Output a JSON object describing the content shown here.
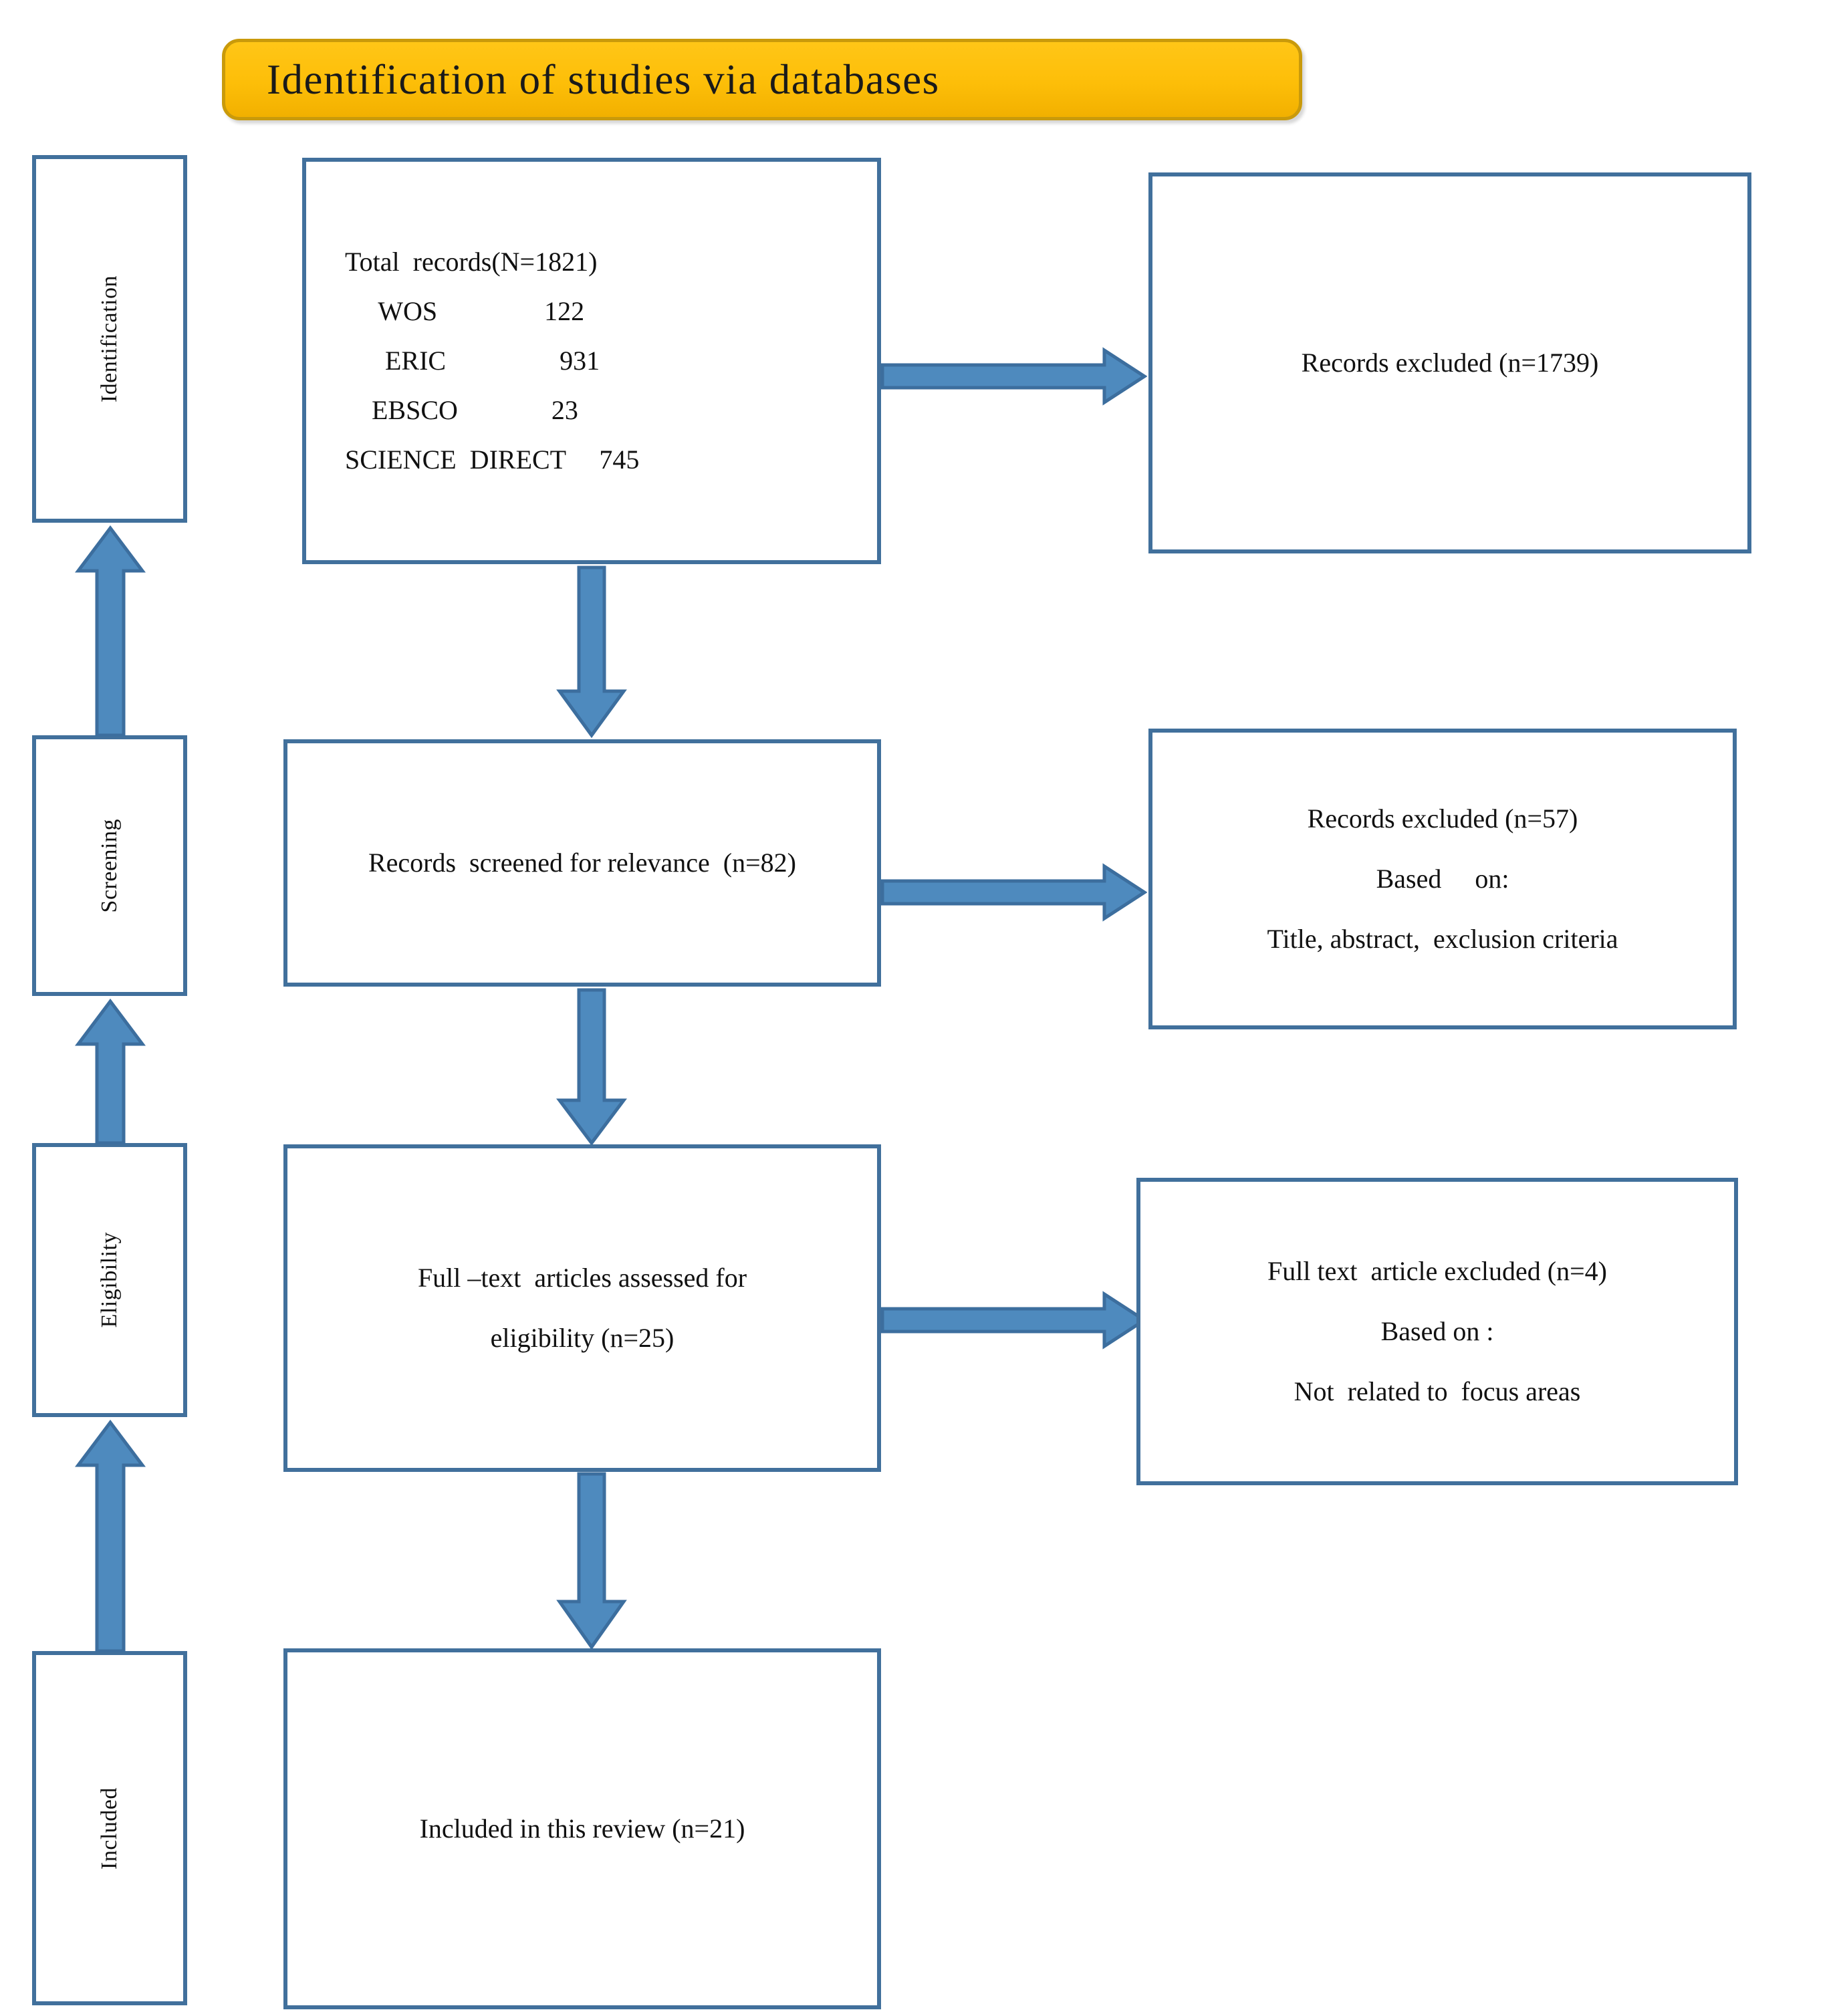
{
  "title": {
    "text": "Identification of studies via databases",
    "bg_color": "#FDBE08",
    "border_color": "#C99A0B"
  },
  "theme": {
    "box_border_color": "#41709C",
    "arrow_fill_color": "#4E8ABE",
    "arrow_stroke_color": "#3C6E9E",
    "page_background": "#FFFFFF"
  },
  "stages": [
    {
      "label": "Identification"
    },
    {
      "label": "Screening"
    },
    {
      "label": "Eligibility"
    },
    {
      "label": "Included"
    }
  ],
  "identification_box": {
    "heading": "Total  records(N=1821)",
    "sources": [
      {
        "name": "WOS",
        "count": "122"
      },
      {
        "name": "ERIC",
        "count": "931"
      },
      {
        "name": "EBSCO",
        "count": "23"
      },
      {
        "name": "SCIENCE  DIRECT",
        "count": "745"
      }
    ],
    "lines": [
      "Total  records(N=1821)",
      "     WOS                122",
      "      ERIC                 931",
      "    EBSCO              23",
      "SCIENCE  DIRECT     745"
    ]
  },
  "excluded_identification": {
    "lines": [
      "Records excluded (n=1739)"
    ],
    "count": "1739"
  },
  "screening_box": {
    "lines": [
      "Records  screened for relevance  (n=82)"
    ],
    "count": "82"
  },
  "excluded_screening": {
    "lines": [
      "Records excluded (n=57)",
      "Based     on:",
      "Title, abstract,  exclusion criteria"
    ],
    "count": "57"
  },
  "eligibility_box": {
    "lines": [
      "Full –text  articles assessed for",
      "eligibility (n=25)"
    ],
    "count": "25"
  },
  "excluded_eligibility": {
    "lines": [
      "Full text  article excluded (n=4)",
      "Based on :",
      "Not  related to  focus areas"
    ],
    "count": "4"
  },
  "included_box": {
    "lines": [
      "Included in this review (n=21)"
    ],
    "count": "21"
  },
  "icons": {
    "arrow_down": "arrow-down-icon",
    "arrow_right": "arrow-right-icon",
    "arrow_up": "arrow-up-icon"
  }
}
